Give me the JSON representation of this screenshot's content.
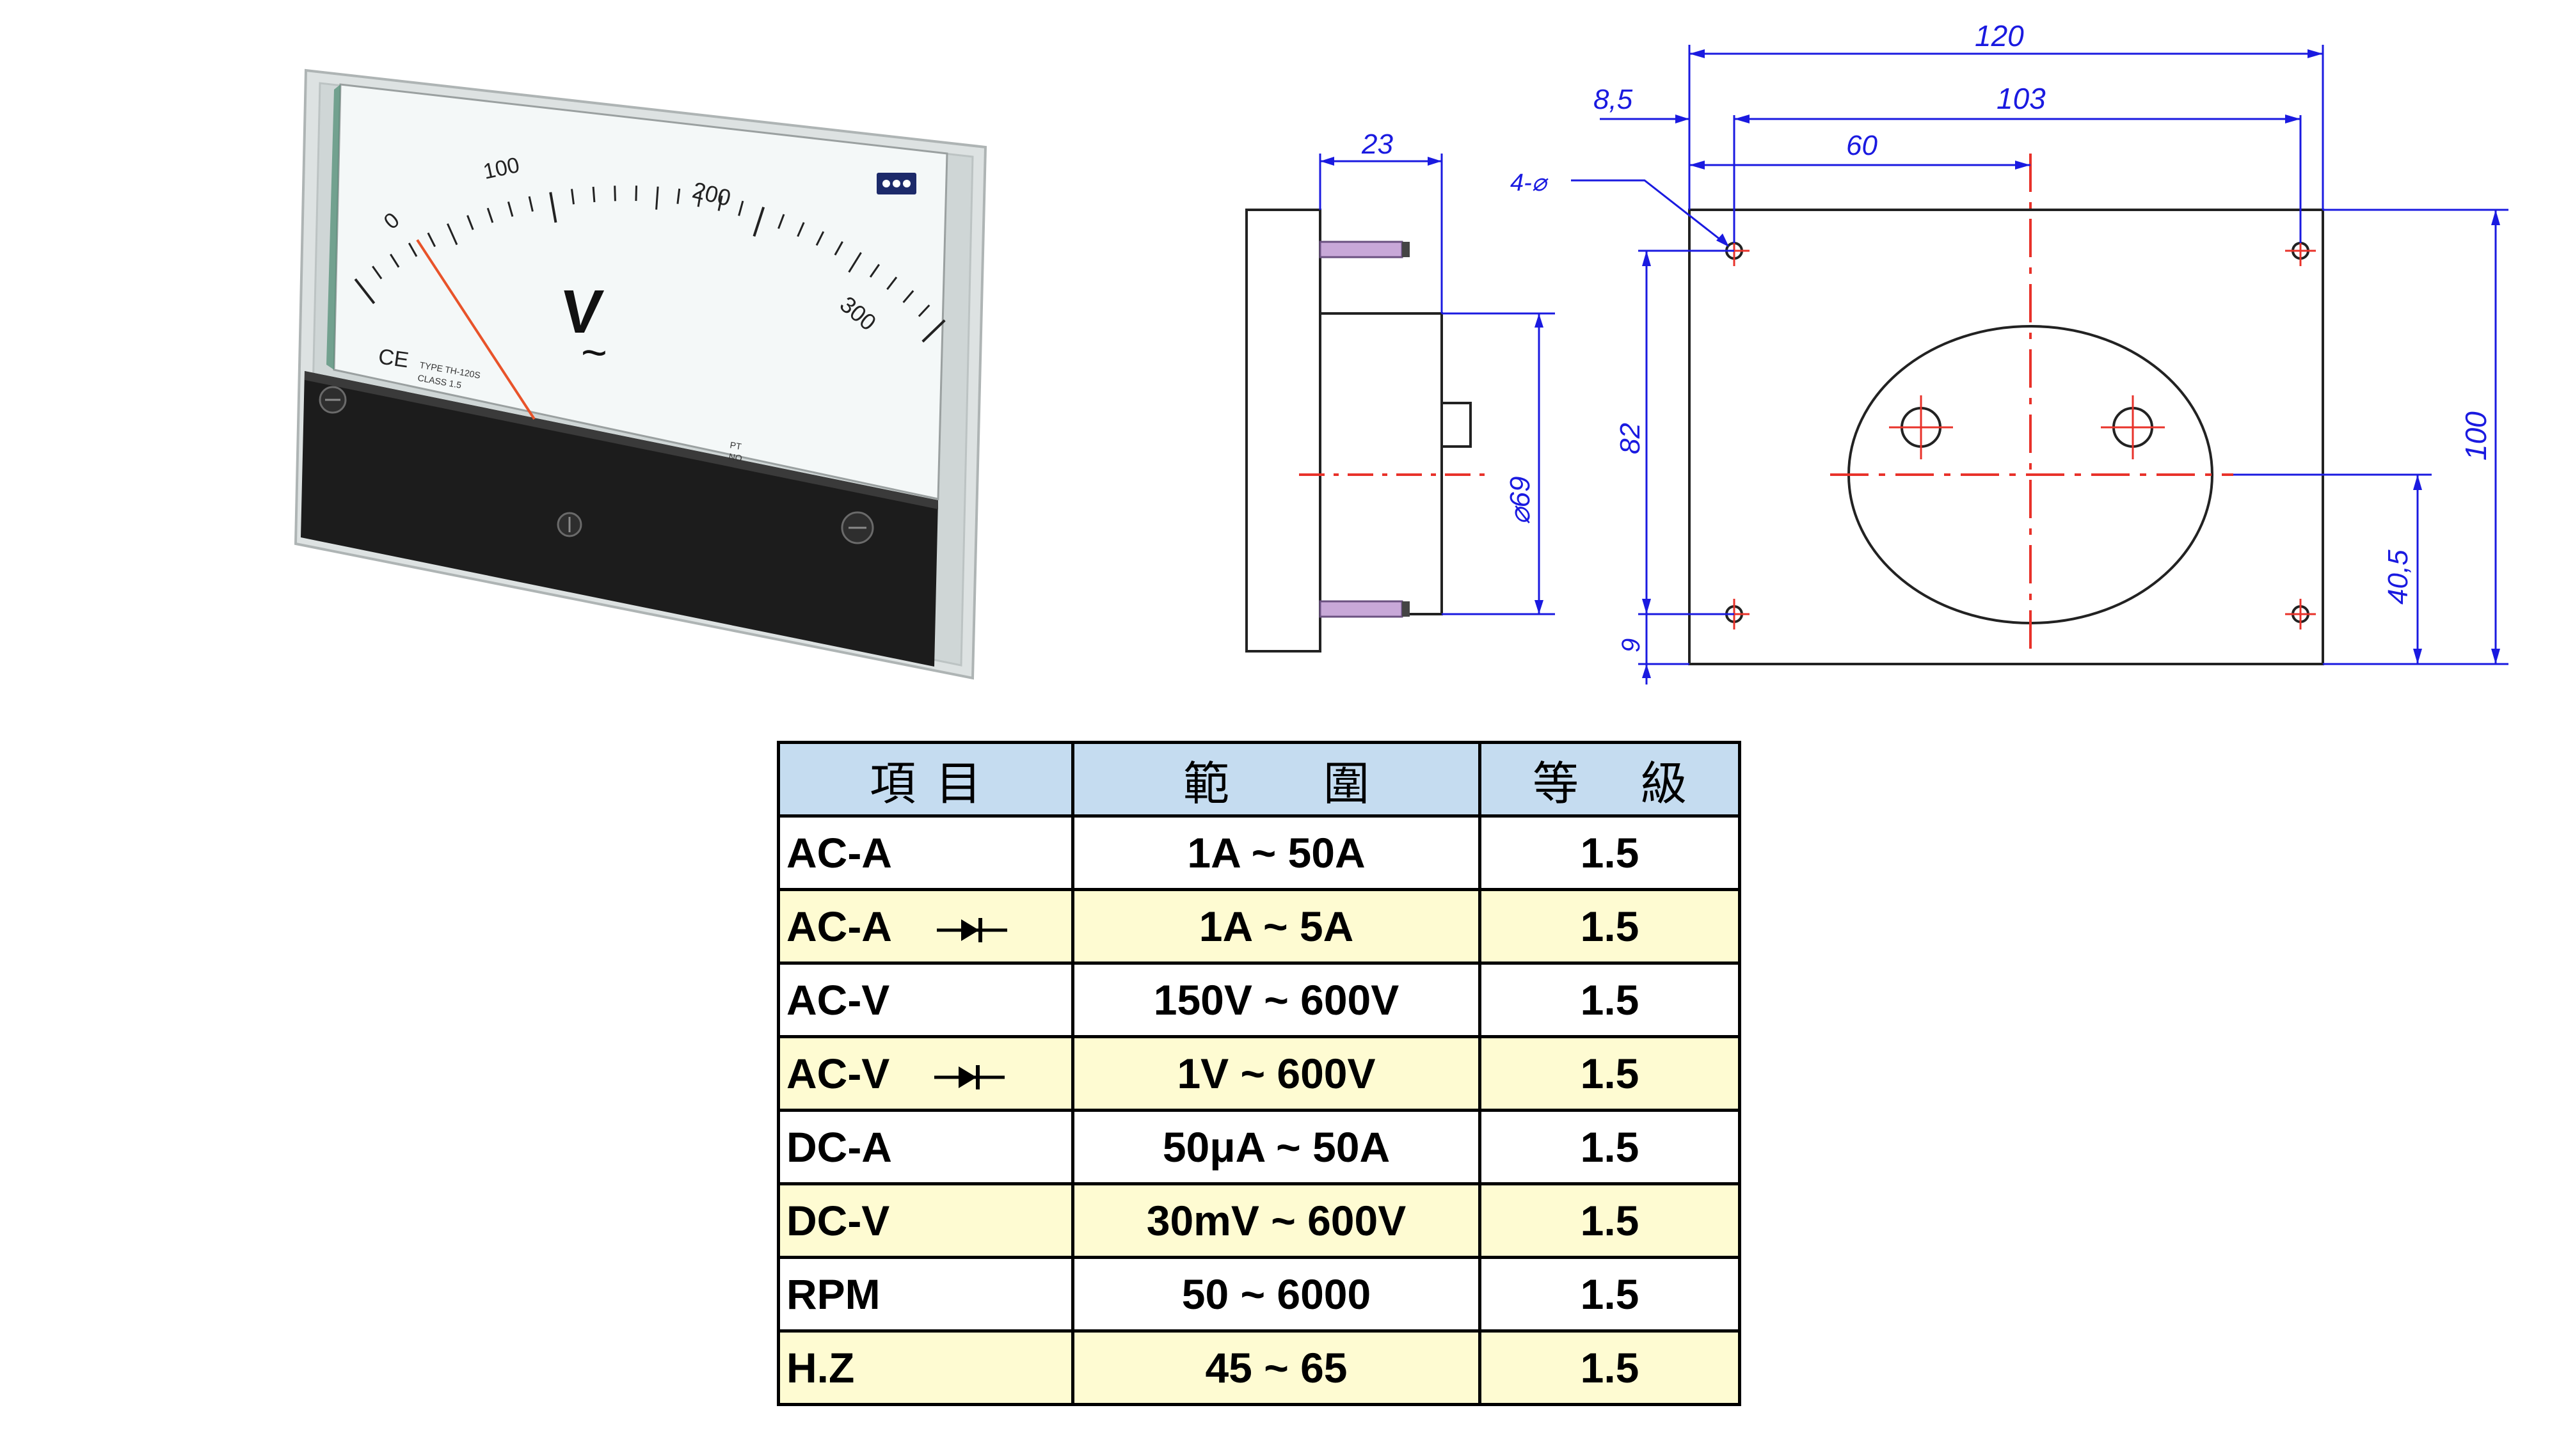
{
  "meter": {
    "scale_labels": [
      "0",
      "100",
      "200",
      "300"
    ],
    "unit_symbol": "V",
    "ac_symbol": "~",
    "ce_mark": "CE",
    "type_text": "TYPE  TH-120S",
    "class_text": "CLASS  1.5",
    "pt_text": "PT",
    "no_text": "NO"
  },
  "side_view": {
    "dim_depth": "23",
    "dim_diameter": "⌀69"
  },
  "front_view": {
    "dim_width": "120",
    "dim_offset": "8,5",
    "dim_hole_span": "103",
    "dim_center": "60",
    "dim_holes_note": "4-⌀",
    "dim_hole_vertical": "82",
    "dim_bottom": "9",
    "dim_height": "100",
    "dim_center_height": "40,5"
  },
  "table": {
    "headers": [
      [
        "項",
        "目"
      ],
      [
        "範",
        "圍"
      ],
      [
        "等",
        "級"
      ]
    ],
    "rows": [
      {
        "item": "AC-A",
        "diode": false,
        "range": "1A ~ 50A",
        "grade": "1.5"
      },
      {
        "item": "AC-A",
        "diode": true,
        "range": "1A ~ 5A",
        "grade": "1.5"
      },
      {
        "item": "AC-V",
        "diode": false,
        "range": "150V ~ 600V",
        "grade": "1.5"
      },
      {
        "item": "AC-V",
        "diode": true,
        "range": "1V ~ 600V",
        "grade": "1.5"
      },
      {
        "item": "DC-A",
        "diode": false,
        "range": "50μA ~ 50A",
        "grade": "1.5"
      },
      {
        "item": "DC-V",
        "diode": false,
        "range": "30mV ~ 600V",
        "grade": "1.5"
      },
      {
        "item": "RPM",
        "diode": false,
        "range": "50 ~ 6000",
        "grade": "1.5"
      },
      {
        "item": "H.Z",
        "diode": false,
        "range": "45 ~ 65",
        "grade": "1.5"
      }
    ]
  },
  "colors": {
    "dimension_blue": "#1a1ae0",
    "centerline_red": "#e8322a",
    "header_blue": "#c5dcf0",
    "row_yellow": "#fefbd2",
    "meter_face": "#f4f8f8",
    "meter_body": "#1c1c1c"
  }
}
